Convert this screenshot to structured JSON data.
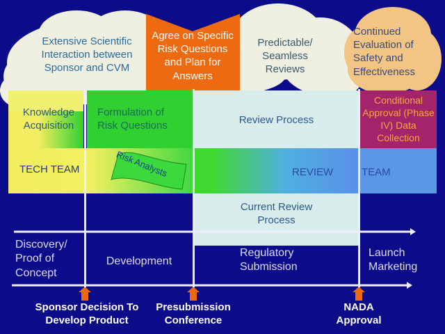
{
  "clouds": {
    "left": "Extensive Scientific Interaction between Sponsor and CVM",
    "middle": "Predictable/ Seamless Reviews",
    "right": "Continued Evaluation of Safety and Effectiveness"
  },
  "arrow": "Agree on Specific Risk Questions and Plan for Answers",
  "row1": {
    "knowledge": "Knowledge Acquisition",
    "formulation": "Formulation of Risk Questions",
    "review": "Review Process",
    "conditional": "Conditional Approval (Phase IV) Data Collection"
  },
  "row2": {
    "tech": "TECH TEAM",
    "risk": "Risk Analysts",
    "review": "REVIEW",
    "team": "TEAM"
  },
  "current": "Current Review Process",
  "phases": {
    "discovery": "Discovery/ Proof of Concept",
    "development": "Development",
    "regulatory": "Regulatory Submission",
    "launch": "Launch Marketing"
  },
  "milestones": {
    "sponsor": "Sponsor Decision To Develop Product",
    "presub": "Presubmission Conference",
    "nada": "NADA Approval"
  },
  "colors": {
    "background": "#0c0c8a",
    "arrow": "#ee6a10",
    "cloud": "#efefe2"
  }
}
